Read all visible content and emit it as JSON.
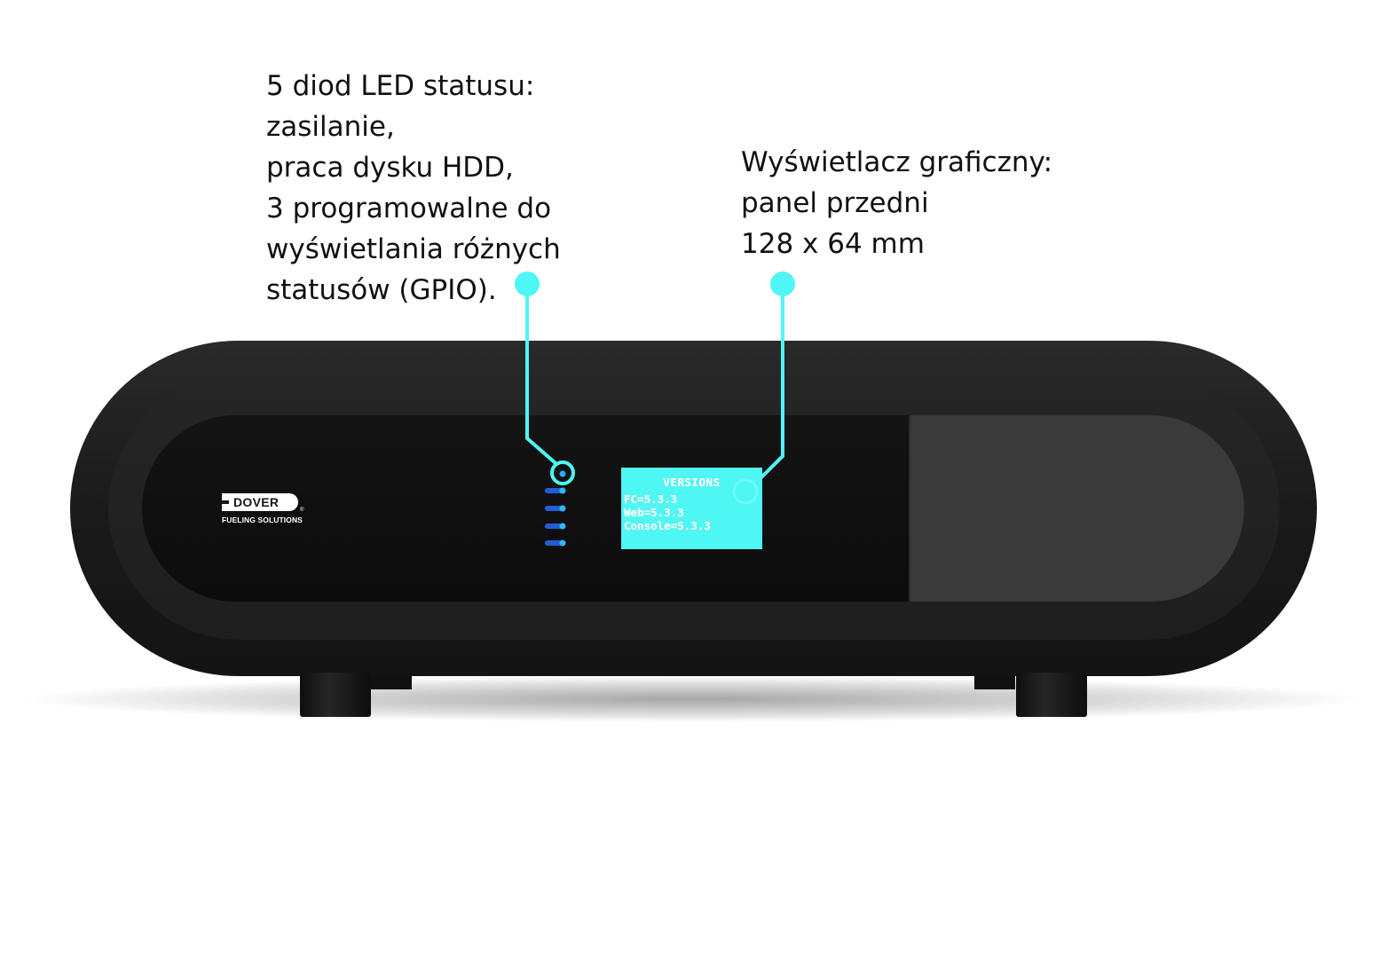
{
  "callouts": {
    "leds": {
      "lines": [
        "5 diod LED statusu:",
        "zasilanie,",
        "praca dysku HDD,",
        "3 programowalne do",
        "wyświetlania różnych",
        "statusów (GPIO)."
      ]
    },
    "display": {
      "lines": [
        "Wyświetlacz graficzny:",
        "panel przedni",
        "128 x 64 mm"
      ]
    }
  },
  "device": {
    "brand": {
      "name": "DOVER",
      "registered": "®",
      "subtitle": "FUELING SOLUTIONS"
    },
    "screen": {
      "title": "VERSIONS",
      "lines": [
        "FC=5.3.3",
        "Web=5.3.3",
        "Console=5.3.3"
      ]
    },
    "led_count": 5,
    "colors": {
      "accent_cyan": "#4ef6f4",
      "led_blue": "#2aa8ff",
      "body": "#1b1b1b"
    }
  }
}
